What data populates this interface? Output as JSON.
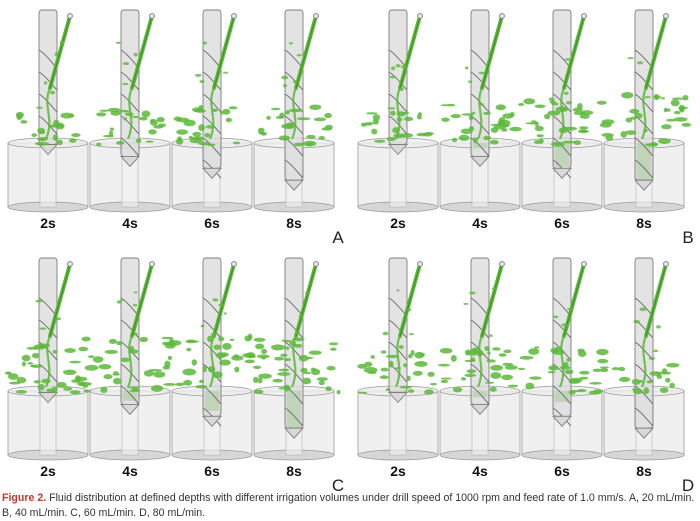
{
  "panels": [
    {
      "letter": "A",
      "times": [
        "2s",
        "4s",
        "6s",
        "8s"
      ],
      "fill_levels": [
        0,
        0,
        0,
        0
      ],
      "splash": [
        0.35,
        0.45,
        0.5,
        0.55
      ]
    },
    {
      "letter": "B",
      "times": [
        "2s",
        "4s",
        "6s",
        "8s"
      ],
      "fill_levels": [
        0,
        0.05,
        0.55,
        0.75
      ],
      "splash": [
        0.5,
        0.6,
        0.7,
        0.8
      ]
    },
    {
      "letter": "C",
      "times": [
        "2s",
        "4s",
        "6s",
        "8s"
      ],
      "fill_levels": [
        0.15,
        0.25,
        0.45,
        0.7
      ],
      "splash": [
        0.8,
        0.9,
        0.95,
        1.0
      ]
    },
    {
      "letter": "D",
      "times": [
        "2s",
        "4s",
        "6s",
        "8s"
      ],
      "fill_levels": [
        0.05,
        0.1,
        0.2,
        0.0
      ],
      "splash": [
        0.6,
        0.7,
        0.75,
        0.3
      ]
    }
  ],
  "colors": {
    "fluid": "#5cb83a",
    "fluid_dark": "#3d8f22",
    "drill": "#d9d9d9",
    "block": "#e3e3e3",
    "caption_label": "#c0392b"
  },
  "caption": {
    "label": "Figure 2.",
    "text": " Fluid distribution at defined depths with different irrigation volumes under drill speed of 1000 rpm and feed rate of 1.0 mm/s. A, 20 mL/min. B, 40 mL/min. C, 60 mL/min. D, 80 mL/min."
  }
}
